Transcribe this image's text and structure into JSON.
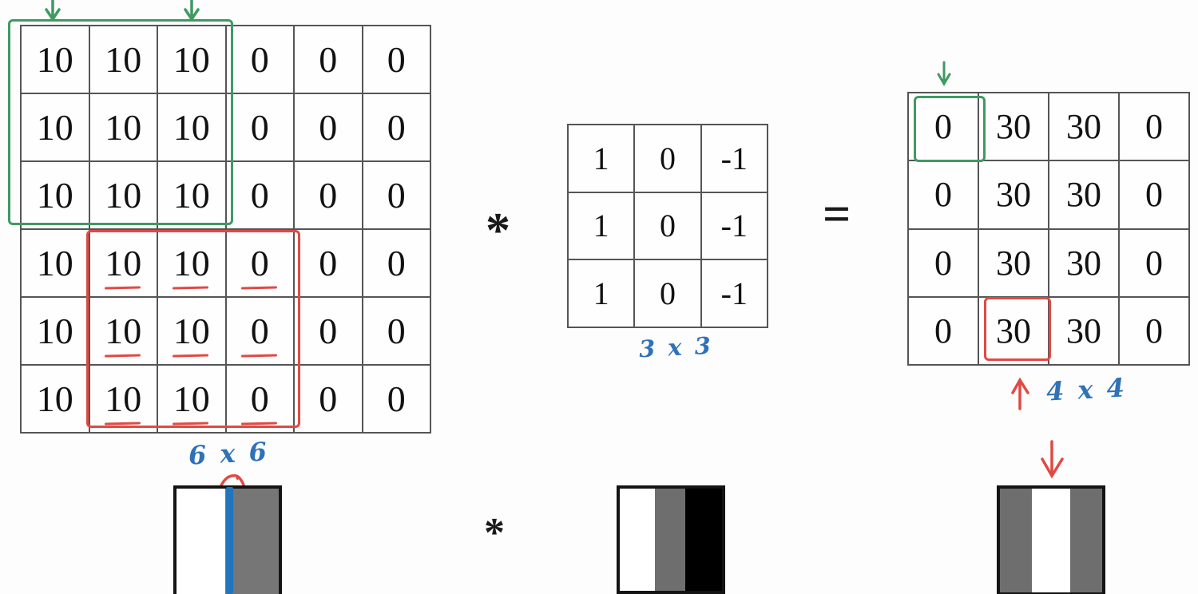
{
  "diagram": {
    "title_semantics": "vertical-edge-detection-convolution",
    "operators": {
      "convolve_symbol": "*",
      "equals_symbol": "=",
      "convolve_symbol_bottom": "*"
    },
    "input_matrix": {
      "name": "input-image-6x6",
      "size_label": "6 x 6",
      "rows": [
        [
          "10",
          "10",
          "10",
          "0",
          "0",
          "0"
        ],
        [
          "10",
          "10",
          "10",
          "0",
          "0",
          "0"
        ],
        [
          "10",
          "10",
          "10",
          "0",
          "0",
          "0"
        ],
        [
          "10",
          "10",
          "10",
          "0",
          "0",
          "0"
        ],
        [
          "10",
          "10",
          "10",
          "0",
          "0",
          "0"
        ],
        [
          "10",
          "10",
          "10",
          "0",
          "0",
          "0"
        ]
      ]
    },
    "filter_matrix": {
      "name": "vertical-edge-filter-3x3",
      "size_label": "3 x 3",
      "rows": [
        [
          "1",
          "0",
          "-1"
        ],
        [
          "1",
          "0",
          "-1"
        ],
        [
          "1",
          "0",
          "-1"
        ]
      ]
    },
    "output_matrix": {
      "name": "output-feature-map-4x4",
      "size_label": "4 x 4",
      "rows": [
        [
          "0",
          "30",
          "30",
          "0"
        ],
        [
          "0",
          "30",
          "30",
          "0"
        ],
        [
          "0",
          "30",
          "30",
          "0"
        ],
        [
          "0",
          "30",
          "30",
          "0"
        ]
      ]
    },
    "annotations": {
      "green_highlight_color": "#3f9a62",
      "red_highlight_color": "#e04a43",
      "handwriting_color": "#2f72b8",
      "green_box_input_note": "top-left 3x3 receptive field",
      "red_box_input_note": "bottom 3x3 receptive field, columns 2-4",
      "green_box_output_note": "output cell row1 col1",
      "red_box_output_note": "output cell row4 col2"
    },
    "pictures": {
      "input_picture": {
        "name": "input-image-strip",
        "bands": [
          {
            "label": "bright",
            "color": "#ffffff",
            "width_pct": 48
          },
          {
            "label": "dark",
            "color": "#767676",
            "width_pct": 52
          }
        ]
      },
      "filter_picture": {
        "name": "filter-image-strip",
        "bands": [
          {
            "label": "white",
            "color": "#ffffff",
            "width_pct": 34
          },
          {
            "label": "gray",
            "color": "#6e6e6e",
            "width_pct": 30
          },
          {
            "label": "black",
            "color": "#000000",
            "width_pct": 36
          }
        ]
      },
      "output_picture": {
        "name": "output-image-strip",
        "bands": [
          {
            "label": "gray",
            "color": "#6e6e6e",
            "width_pct": 31
          },
          {
            "label": "white",
            "color": "#ffffff",
            "width_pct": 38
          },
          {
            "label": "gray",
            "color": "#6e6e6e",
            "width_pct": 31
          }
        ]
      },
      "edge_stripe_color": "#2274bb"
    }
  }
}
